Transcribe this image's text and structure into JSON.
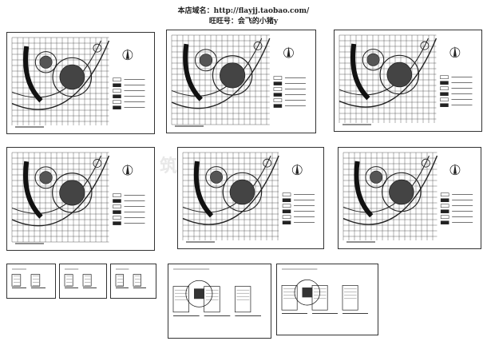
{
  "header": {
    "store_line": "本店域名：http://flayjj.taobao.com/",
    "wangwang_line": "旺旺号：会飞的小猪y"
  },
  "watermark": "筑龙在线",
  "colors": {
    "line": "#222222",
    "grid": "#333333",
    "paper": "#ffffff"
  }
}
